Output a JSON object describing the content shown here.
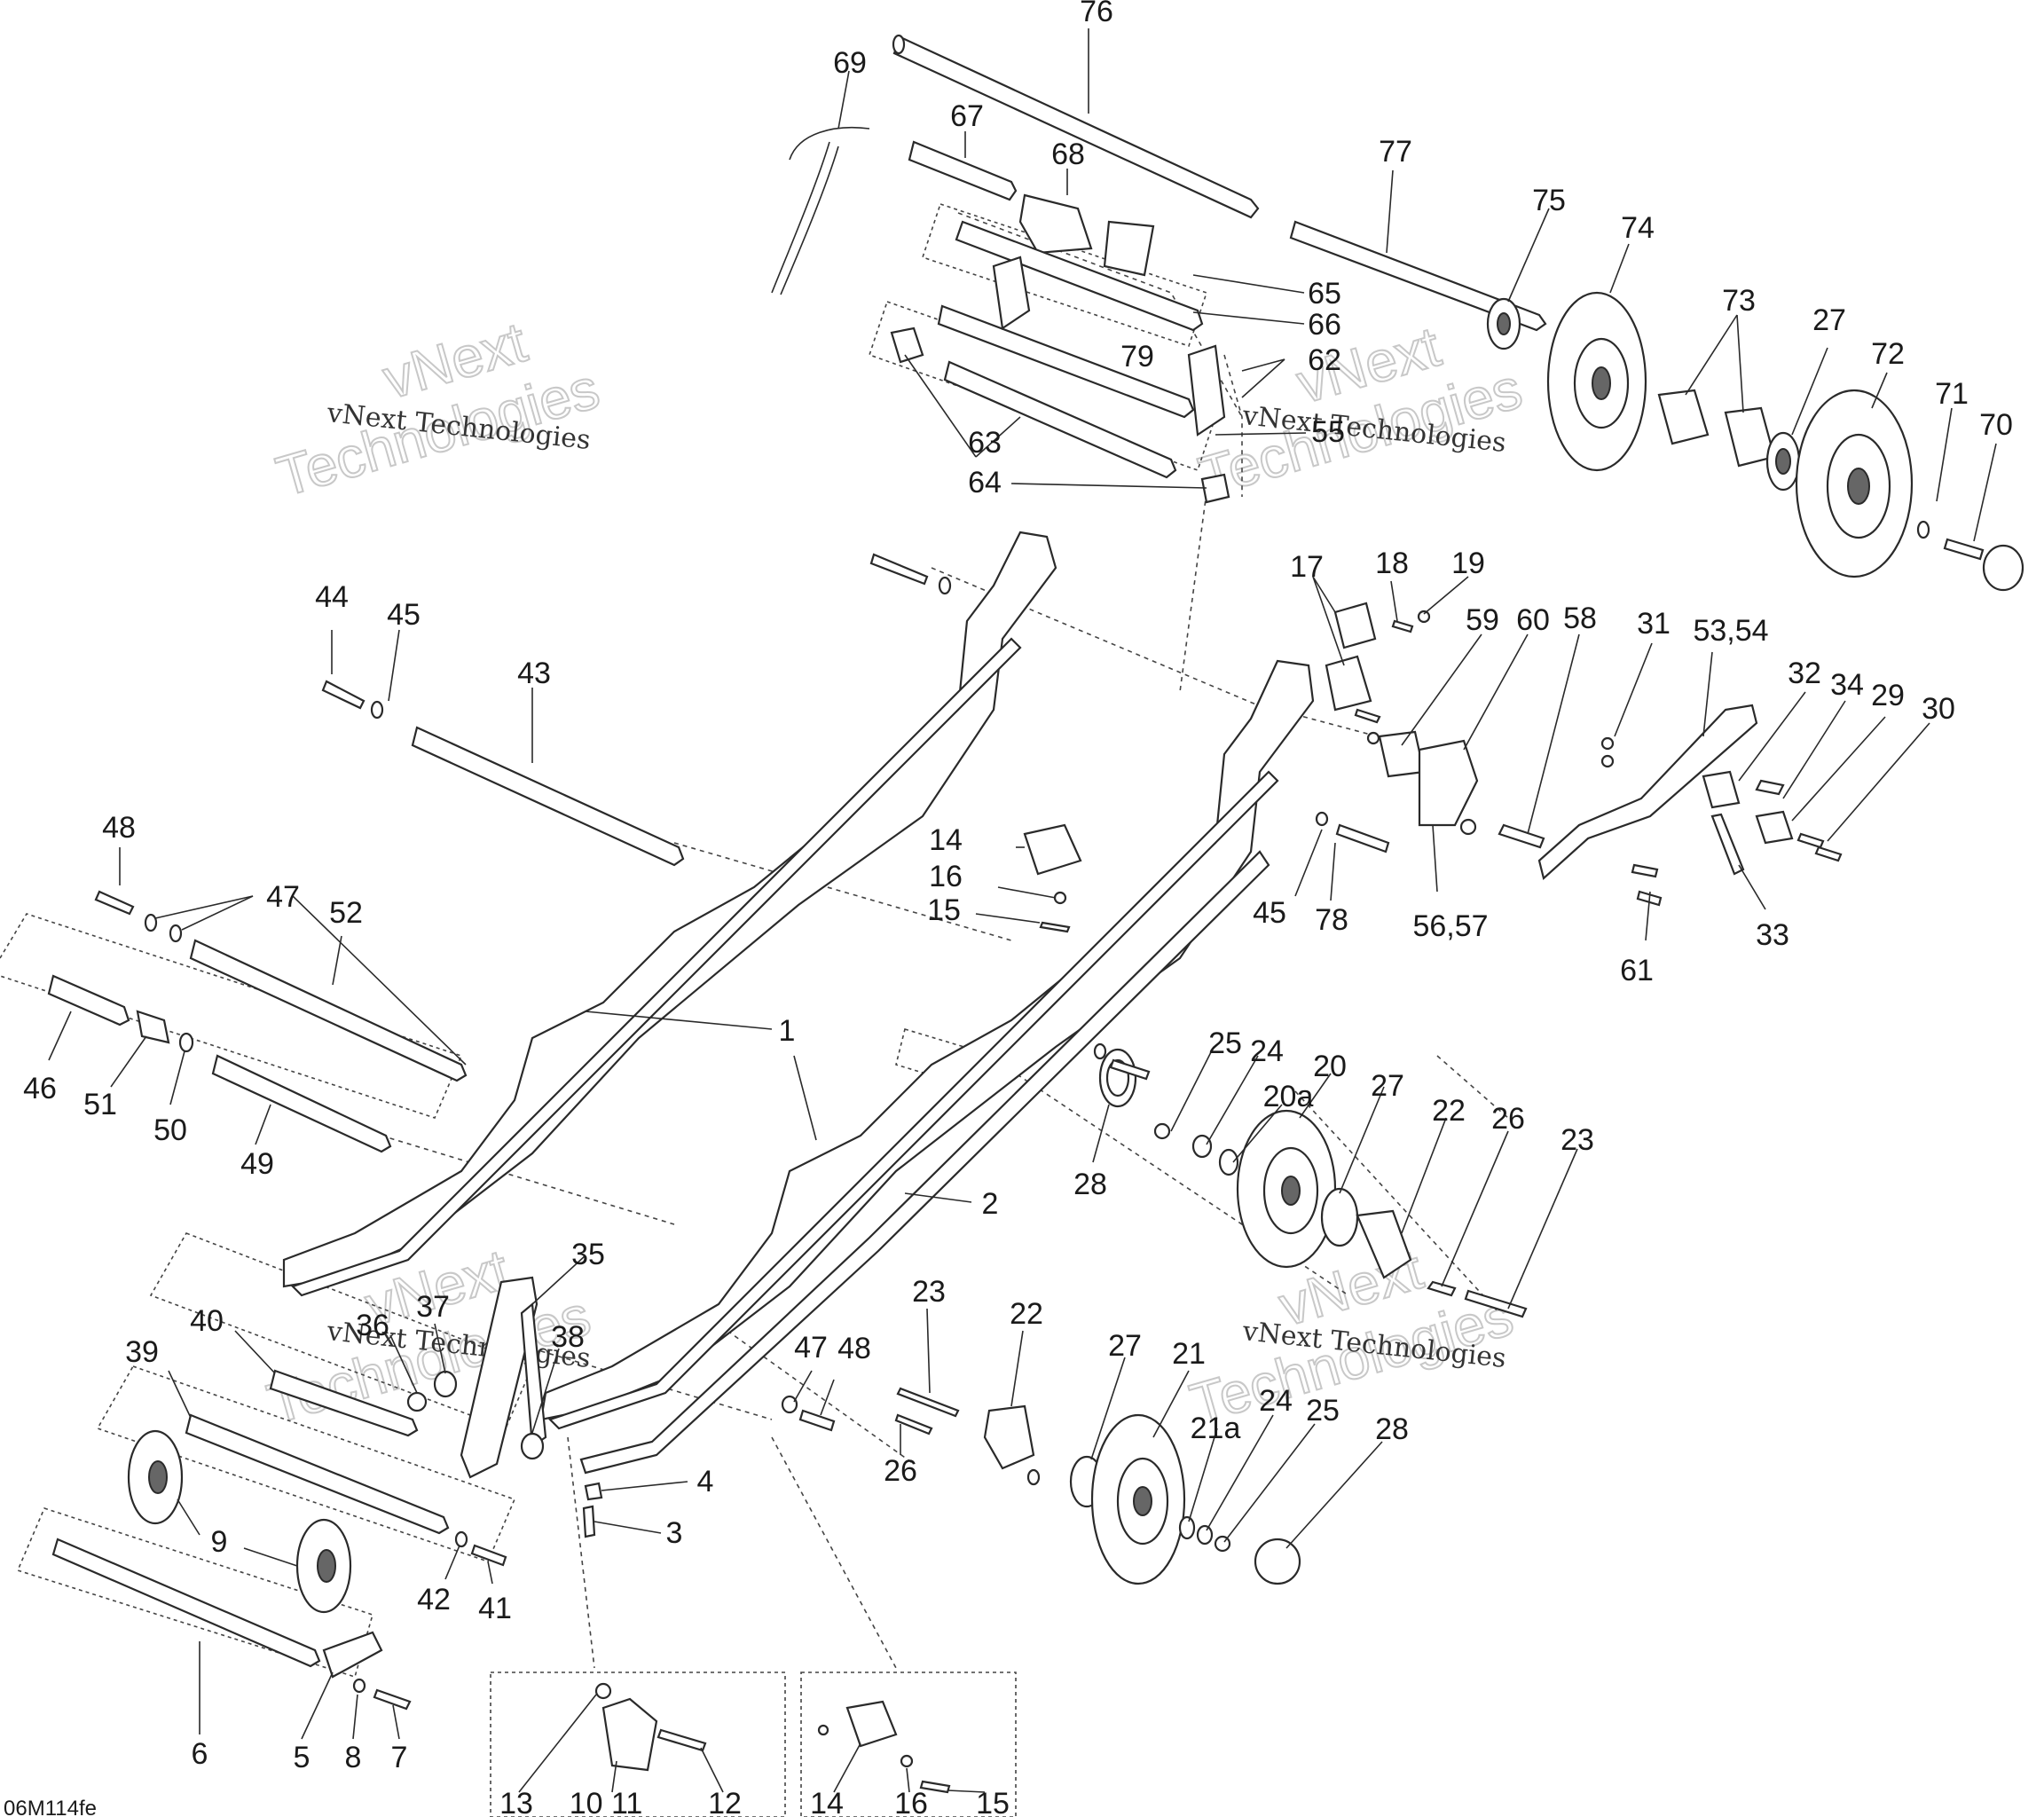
{
  "labels": [
    {
      "id": "76",
      "text": "76"
    },
    {
      "id": "69",
      "text": "69"
    },
    {
      "id": "67",
      "text": "67"
    },
    {
      "id": "68",
      "text": "68"
    },
    {
      "id": "77",
      "text": "77"
    },
    {
      "id": "75",
      "text": "75"
    },
    {
      "id": "74",
      "text": "74"
    },
    {
      "id": "73",
      "text": "73"
    },
    {
      "id": "27a",
      "text": "27"
    },
    {
      "id": "72",
      "text": "72"
    },
    {
      "id": "71",
      "text": "71"
    },
    {
      "id": "70",
      "text": "70"
    },
    {
      "id": "65",
      "text": "65"
    },
    {
      "id": "66",
      "text": "66"
    },
    {
      "id": "79",
      "text": "79"
    },
    {
      "id": "62",
      "text": "62"
    },
    {
      "id": "55",
      "text": "55"
    },
    {
      "id": "63",
      "text": "63"
    },
    {
      "id": "64",
      "text": "64"
    },
    {
      "id": "44",
      "text": "44"
    },
    {
      "id": "45a",
      "text": "45"
    },
    {
      "id": "43",
      "text": "43"
    },
    {
      "id": "17",
      "text": "17"
    },
    {
      "id": "18",
      "text": "18"
    },
    {
      "id": "19",
      "text": "19"
    },
    {
      "id": "59",
      "text": "59"
    },
    {
      "id": "60",
      "text": "60"
    },
    {
      "id": "58",
      "text": "58"
    },
    {
      "id": "31",
      "text": "31"
    },
    {
      "id": "5354",
      "text": "53,54"
    },
    {
      "id": "32",
      "text": "32"
    },
    {
      "id": "34",
      "text": "34"
    },
    {
      "id": "29",
      "text": "29"
    },
    {
      "id": "30",
      "text": "30"
    },
    {
      "id": "48a",
      "text": "48"
    },
    {
      "id": "47a",
      "text": "47"
    },
    {
      "id": "52",
      "text": "52"
    },
    {
      "id": "14a",
      "text": "14"
    },
    {
      "id": "16a",
      "text": "16"
    },
    {
      "id": "15a",
      "text": "15"
    },
    {
      "id": "45b",
      "text": "45"
    },
    {
      "id": "78",
      "text": "78"
    },
    {
      "id": "5657",
      "text": "56,57"
    },
    {
      "id": "61",
      "text": "61"
    },
    {
      "id": "33",
      "text": "33"
    },
    {
      "id": "46",
      "text": "46"
    },
    {
      "id": "51",
      "text": "51"
    },
    {
      "id": "50",
      "text": "50"
    },
    {
      "id": "49",
      "text": "49"
    },
    {
      "id": "1",
      "text": "1"
    },
    {
      "id": "2",
      "text": "2"
    },
    {
      "id": "25a",
      "text": "25"
    },
    {
      "id": "24a",
      "text": "24"
    },
    {
      "id": "20",
      "text": "20"
    },
    {
      "id": "20a",
      "text": "20a"
    },
    {
      "id": "27b",
      "text": "27"
    },
    {
      "id": "22a",
      "text": "22"
    },
    {
      "id": "26a",
      "text": "26"
    },
    {
      "id": "23a",
      "text": "23"
    },
    {
      "id": "28a",
      "text": "28"
    },
    {
      "id": "35",
      "text": "35"
    },
    {
      "id": "37",
      "text": "37"
    },
    {
      "id": "36",
      "text": "36"
    },
    {
      "id": "38",
      "text": "38"
    },
    {
      "id": "40",
      "text": "40"
    },
    {
      "id": "39",
      "text": "39"
    },
    {
      "id": "23b",
      "text": "23"
    },
    {
      "id": "22b",
      "text": "22"
    },
    {
      "id": "27c",
      "text": "27"
    },
    {
      "id": "21",
      "text": "21"
    },
    {
      "id": "47b",
      "text": "47"
    },
    {
      "id": "48b",
      "text": "48"
    },
    {
      "id": "26b",
      "text": "26"
    },
    {
      "id": "21a",
      "text": "21a"
    },
    {
      "id": "24b",
      "text": "24"
    },
    {
      "id": "25b",
      "text": "25"
    },
    {
      "id": "28b",
      "text": "28"
    },
    {
      "id": "4",
      "text": "4"
    },
    {
      "id": "3",
      "text": "3"
    },
    {
      "id": "9",
      "text": "9"
    },
    {
      "id": "42",
      "text": "42"
    },
    {
      "id": "41",
      "text": "41"
    },
    {
      "id": "6",
      "text": "6"
    },
    {
      "id": "5",
      "text": "5"
    },
    {
      "id": "8",
      "text": "8"
    },
    {
      "id": "7",
      "text": "7"
    },
    {
      "id": "13",
      "text": "13"
    },
    {
      "id": "1011",
      "text": "10 11"
    },
    {
      "id": "12",
      "text": "12"
    },
    {
      "id": "14b",
      "text": "14"
    },
    {
      "id": "16b",
      "text": "16"
    },
    {
      "id": "15b",
      "text": "15"
    }
  ],
  "watermarks": {
    "small_text": "vNext Technologies",
    "big_line1": "vNext",
    "big_line2": "Technologies"
  },
  "figure_code": "06M114fe"
}
